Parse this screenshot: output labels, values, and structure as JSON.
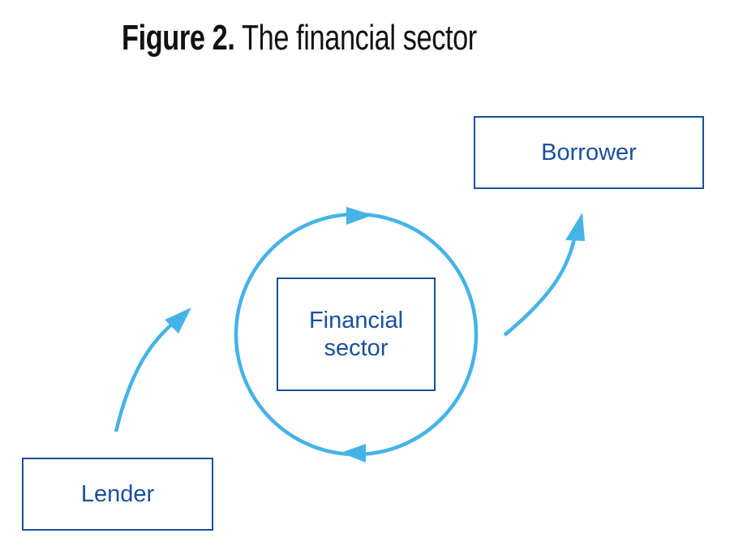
{
  "title": {
    "label": "Figure 2.",
    "text": "The financial sector"
  },
  "nodes": {
    "borrower": "Borrower",
    "financial_line1": "Financial",
    "financial_line2": "sector",
    "lender": "Lender"
  },
  "colors": {
    "box": "#1a4f9c",
    "arrow": "#45b3e6",
    "title": "#111111"
  }
}
